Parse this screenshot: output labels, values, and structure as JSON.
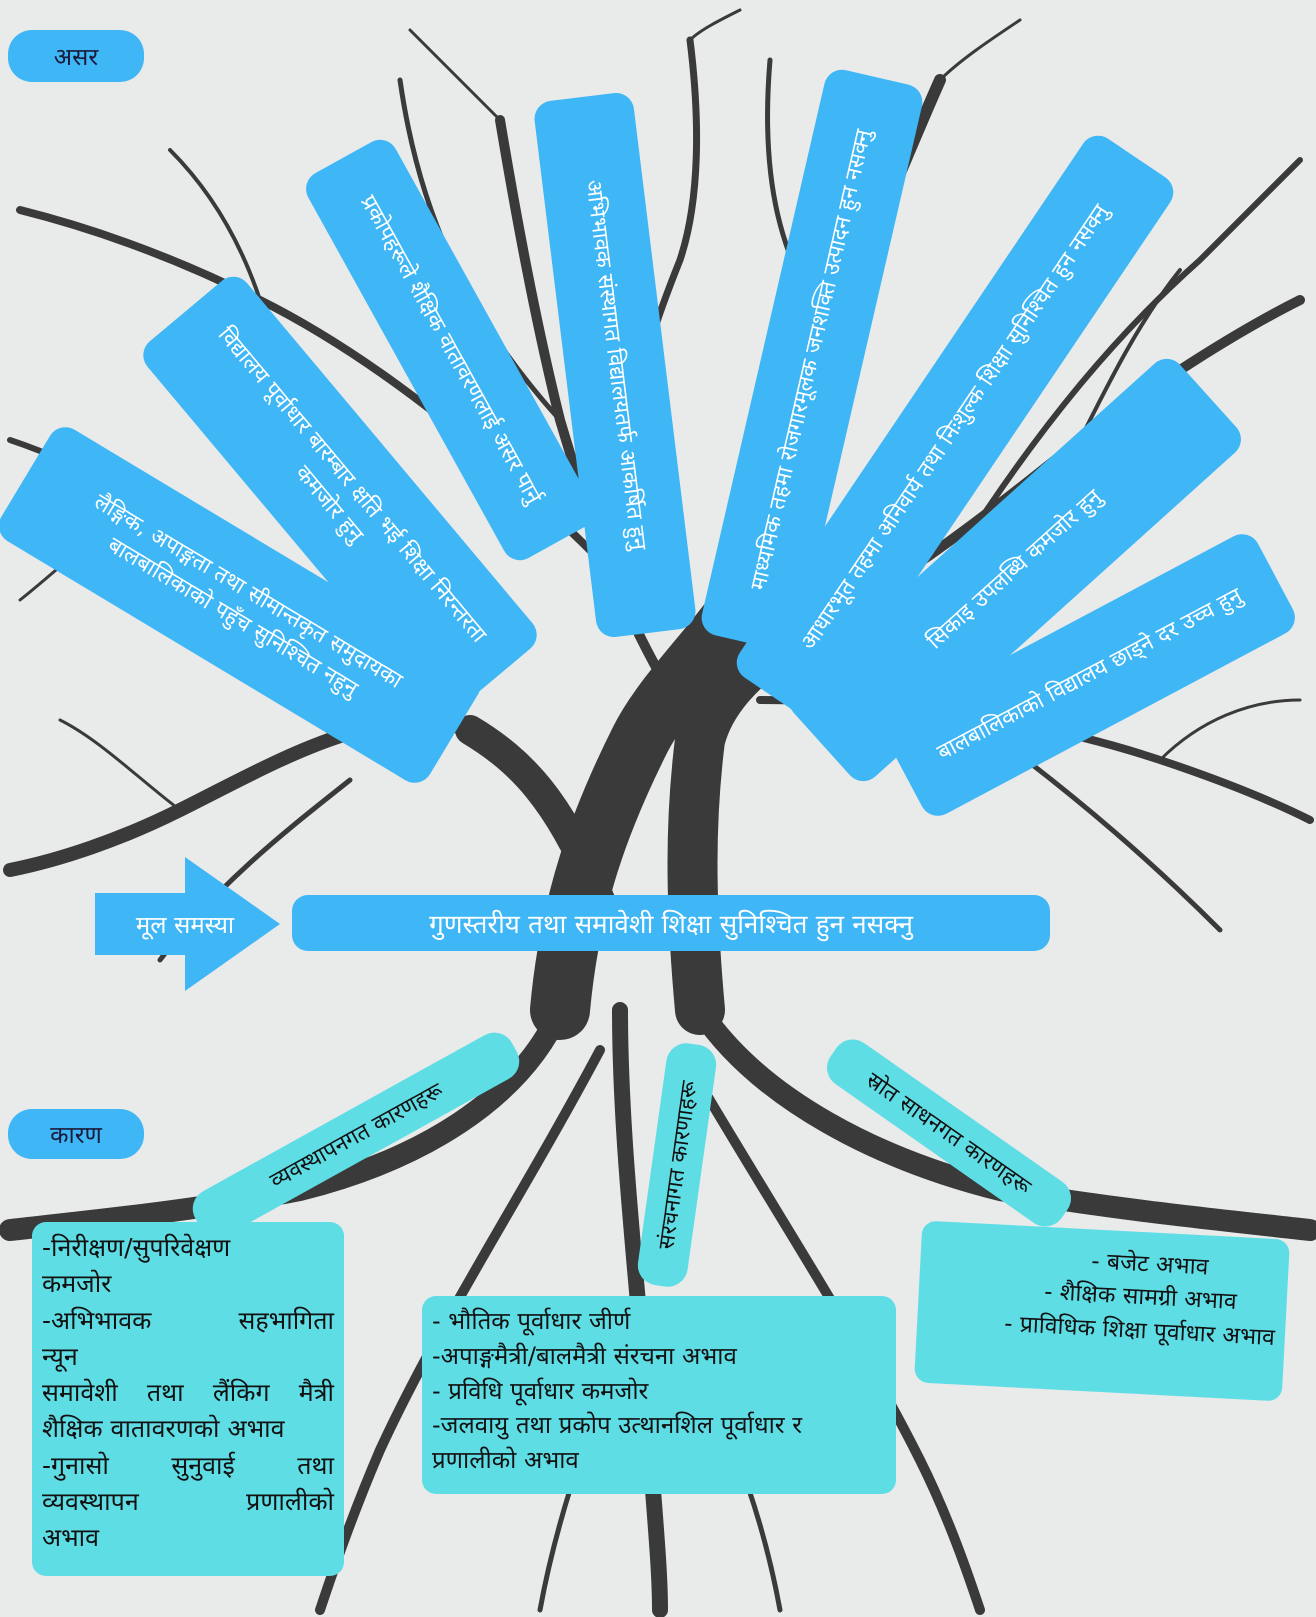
{
  "labels": {
    "effects": "असर",
    "causes": "कारण",
    "core_problem_label": "मूल समस्या",
    "core_problem": "गुणस्तरीय तथा समावेशी शिक्षा सुनिश्चित हुन नसक्नु"
  },
  "effects": [
    {
      "text": "लैङ्गिक, अपाङ्गता तथा सीमान्तकृत समुदायका बालबालिकाको पहुँच सुनिश्चित नहुनु"
    },
    {
      "text": "विद्यालय पूर्वाधार बारम्बार क्षति भई शिक्षा निरन्तरता कमजोर हुनु"
    },
    {
      "text": "प्रकोपहरूले शैक्षिक वातावरणलाई असर पार्नु"
    },
    {
      "text": "अभिभावक संस्थागत विद्यालयतर्फ आकर्षित हुनु"
    },
    {
      "text": "माध्यमिक तहमा रोजगारमूलक जनशक्ति उत्पादन हुन नसक्नु"
    },
    {
      "text": "आधारभूत तहमा अनिवार्य तथा निःशुल्क शिक्षा सुनिश्चित हुन नसक्नु"
    },
    {
      "text": "सिकाइ उपलब्धि कमजोर हुनु"
    },
    {
      "text": "बालबालिकाको विद्यालय छाड्ने दर उच्च हुनु"
    }
  ],
  "causes": {
    "management": {
      "title": "व्यवस्थापनगत कारणहरू",
      "lines": [
        "-निरीक्षण/सुपरिवेक्षण",
        "कमजोर",
        "-अभिभावक सहभागिता",
        "न्यून",
        "समावेशी तथा लैंकिग मैत्री",
        "शैक्षिक वातावरणको अभाव",
        "-गुनासो सुनुवाई तथा",
        "व्यवस्थापन प्रणालीको",
        "अभाव"
      ]
    },
    "structural": {
      "title": "संरचनागत कारणाहरू",
      "lines": [
        " - भौतिक पूर्वाधार जीर्ण",
        "-अपाङ्गमैत्री/बालमैत्री संरचना अभाव",
        "- प्रविधि पूर्वाधार कमजोर",
        "-जलवायु तथा प्रकोप उत्थानशिल पूर्वाधार र",
        "प्रणालीको अभाव"
      ]
    },
    "resources": {
      "title": "स्रोत साधनगत कारणहरू",
      "lines": [
        "- बजेट अभाव",
        "- शैक्षिक सामग्री अभाव",
        "- प्राविधिक शिक्षा पूर्वाधार अभाव"
      ]
    }
  },
  "colors": {
    "effect_box": "#3fb6f5",
    "cause_box": "#5fdde5",
    "tree": "#3a3a3a",
    "background": "#e9eaea"
  }
}
